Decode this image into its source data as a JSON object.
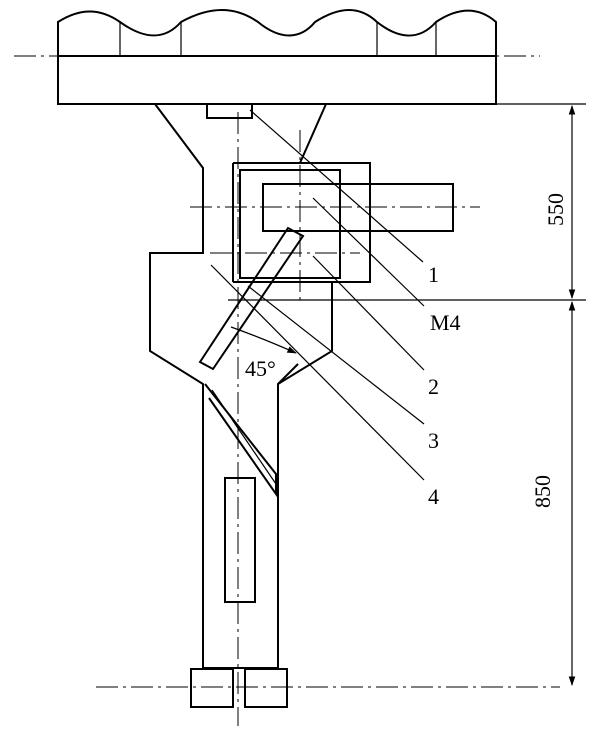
{
  "dimensions": {
    "upper": "550",
    "lower": "850"
  },
  "angle": "45°",
  "callouts": {
    "c1": "1",
    "m4": "M4",
    "c2": "2",
    "c3": "3",
    "c4": "4"
  },
  "colors": {
    "line": "#000000",
    "background": "#ffffff"
  }
}
